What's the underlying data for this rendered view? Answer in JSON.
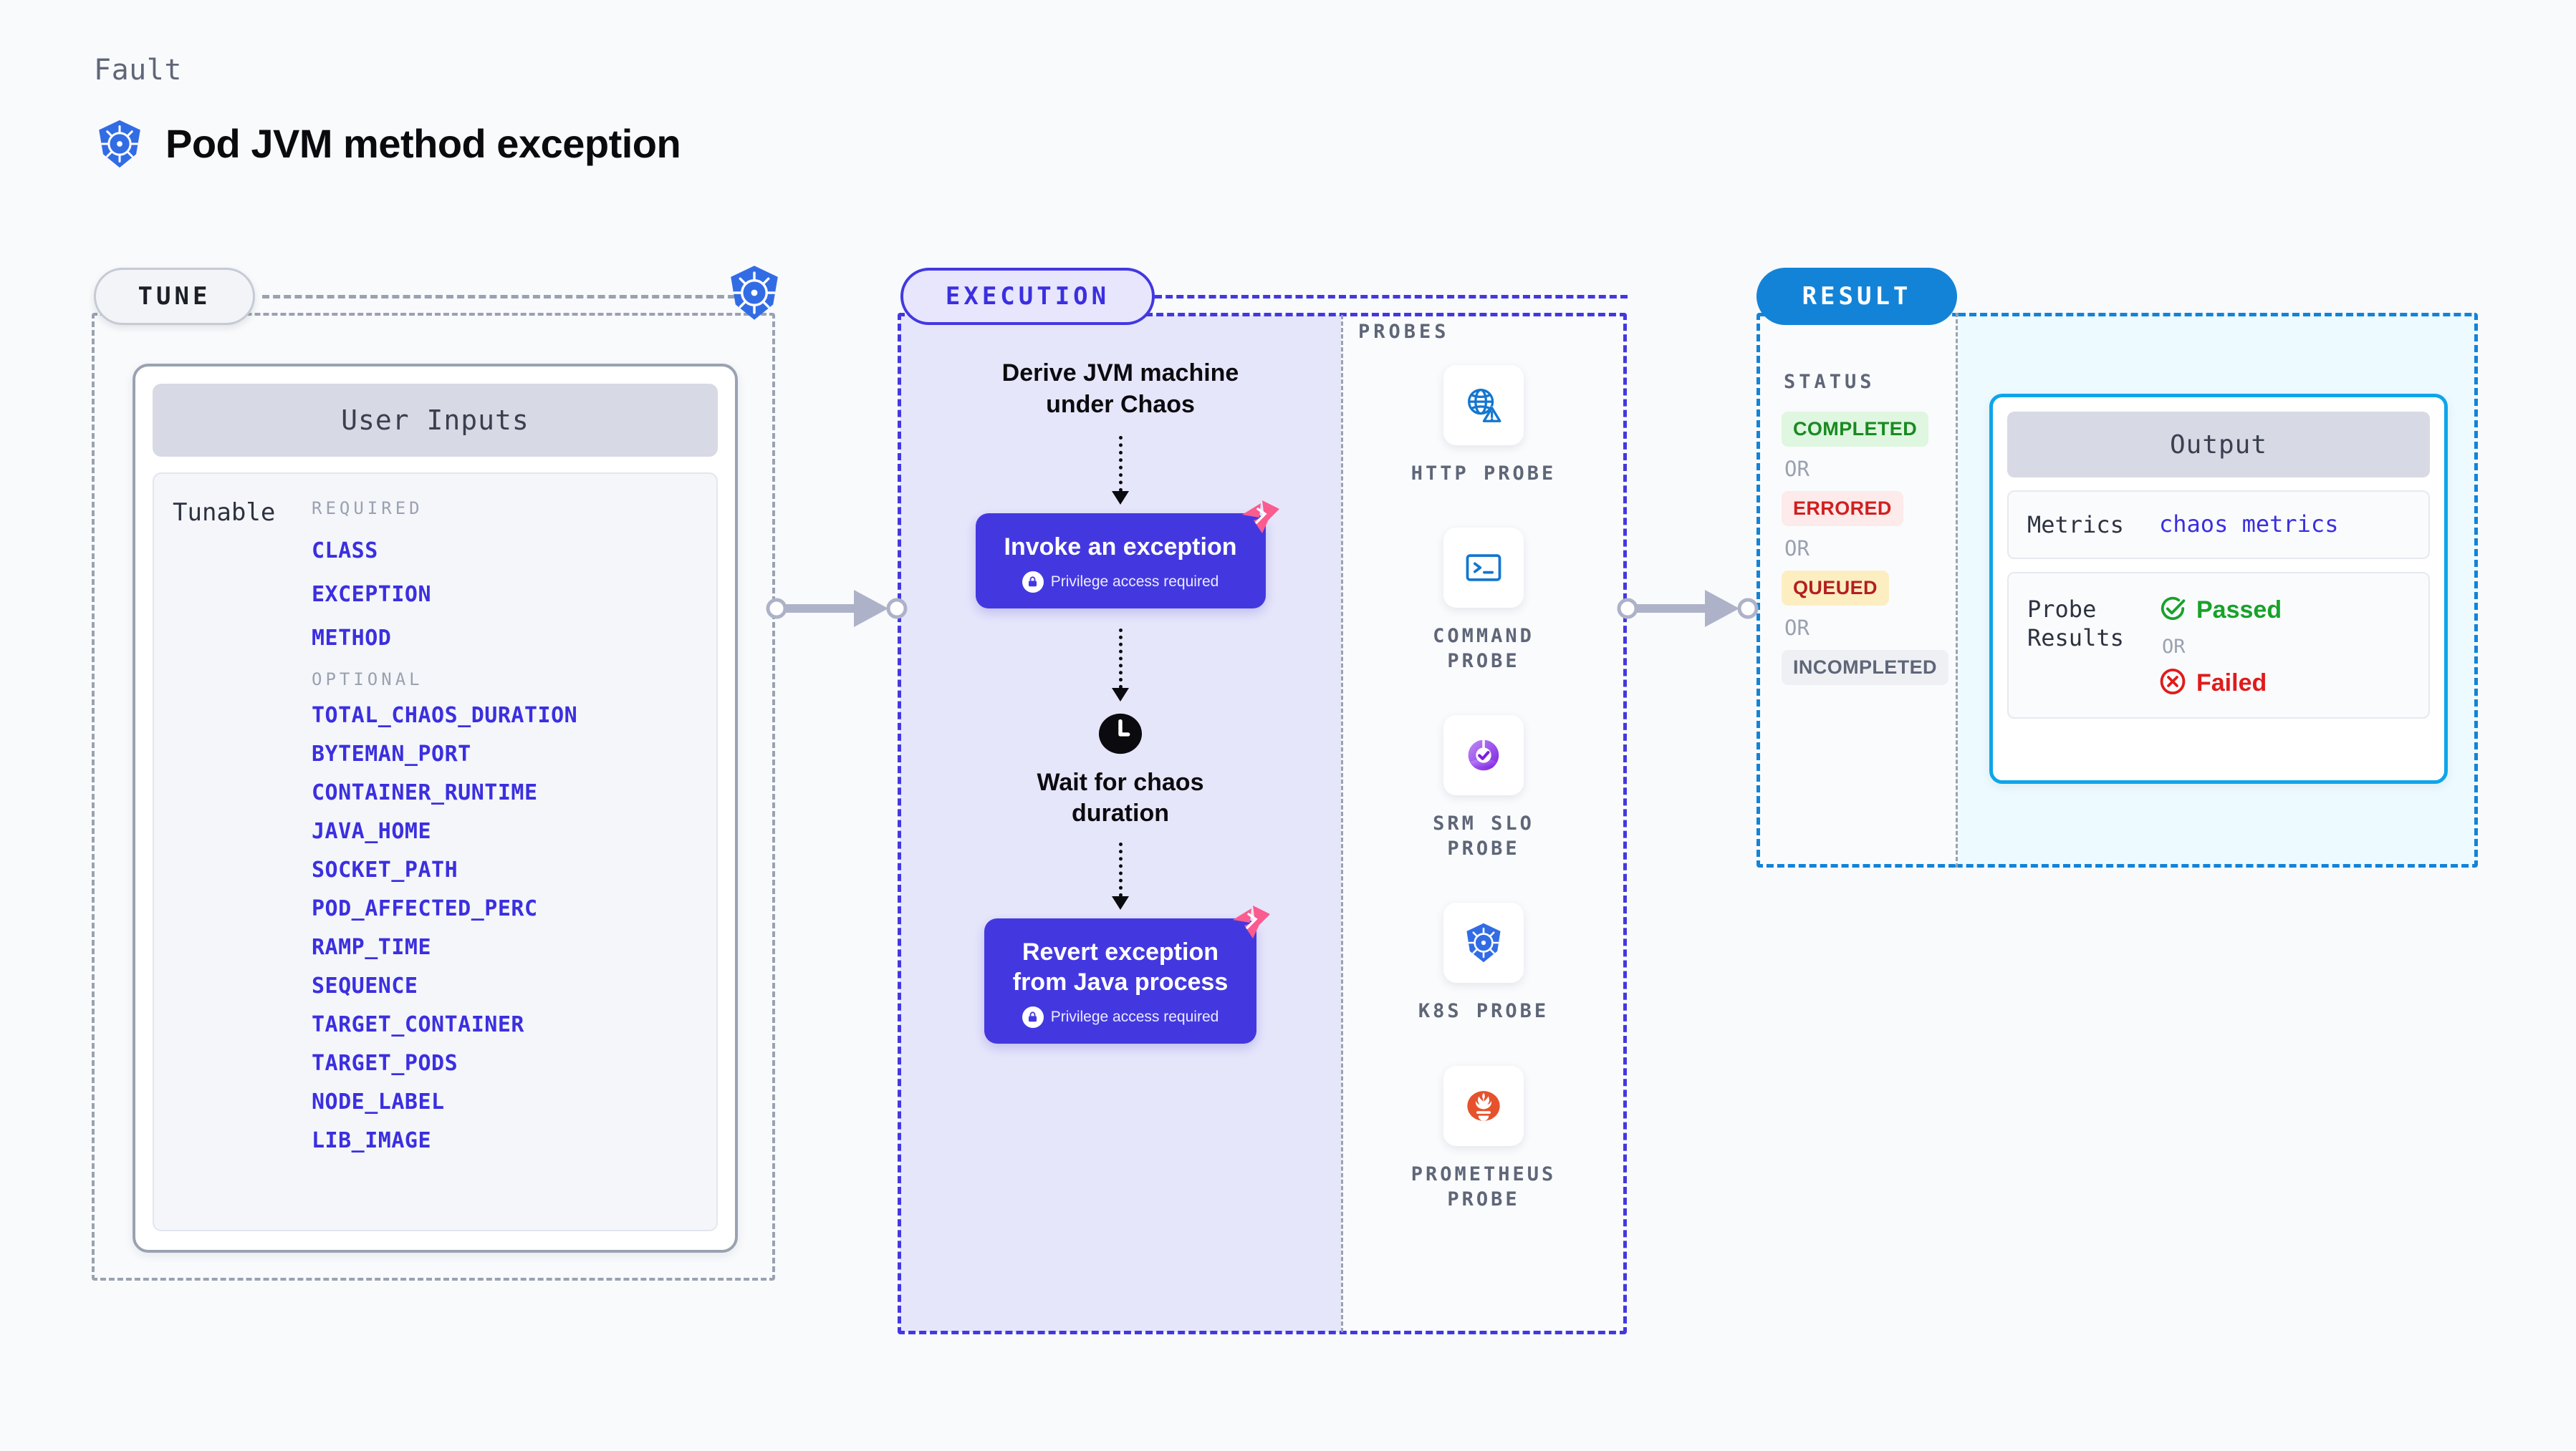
{
  "header": {
    "eyebrow": "Fault",
    "title": "Pod JVM method exception",
    "icon": "kubernetes-icon"
  },
  "tune": {
    "pill_label": "TUNE",
    "node_icon": "kubernetes-icon",
    "card": {
      "header": "User Inputs",
      "row_label": "Tunable",
      "required_title": "REQUIRED",
      "required": [
        "CLASS",
        "EXCEPTION",
        "METHOD"
      ],
      "optional_title": "OPTIONAL",
      "optional": [
        "TOTAL_CHAOS_DURATION",
        "BYTEMAN_PORT",
        "CONTAINER_RUNTIME",
        "JAVA_HOME",
        "SOCKET_PATH",
        "POD_AFFECTED_PERC",
        "RAMP_TIME",
        "SEQUENCE",
        "TARGET_CONTAINER",
        "TARGET_PODS",
        "NODE_LABEL",
        "LIB_IMAGE"
      ]
    }
  },
  "execution": {
    "pill_label": "EXECUTION",
    "flow": [
      {
        "kind": "text",
        "label": "Derive JVM machine\nunder Chaos"
      },
      {
        "kind": "card",
        "label": "Invoke an exception",
        "privilege": "Privilege access required",
        "badge": "chaos-badge-icon",
        "lock": "lock-icon"
      },
      {
        "kind": "clock",
        "icon": "clock-icon",
        "label": "Wait for chaos\nduration"
      },
      {
        "kind": "card",
        "label": "Revert exception\nfrom Java process",
        "privilege": "Privilege access required",
        "badge": "chaos-badge-icon",
        "lock": "lock-icon"
      }
    ]
  },
  "probes": {
    "title": "PROBES",
    "items": [
      {
        "label": "HTTP  PROBE",
        "icon": "globe-warning-icon"
      },
      {
        "label": "COMMAND\nPROBE",
        "icon": "terminal-icon"
      },
      {
        "label": "SRM  SLO\nPROBE",
        "icon": "slo-donut-check-icon"
      },
      {
        "label": "K8S  PROBE",
        "icon": "kubernetes-icon"
      },
      {
        "label": "PROMETHEUS\nPROBE",
        "icon": "prometheus-flame-icon"
      }
    ]
  },
  "result": {
    "pill_label": "RESULT",
    "status_title": "STATUS",
    "or_label": "OR",
    "statuses": [
      {
        "label": "COMPLETED",
        "bg": "#dff6e0",
        "fg": "#198a21"
      },
      {
        "label": "ERRORED",
        "bg": "#fdeaea",
        "fg": "#cf2020"
      },
      {
        "label": "QUEUED",
        "bg": "#fdeec2",
        "fg": "#b41f1f"
      },
      {
        "label": "INCOMPLETED",
        "bg": "#eef0f4",
        "fg": "#5f6678"
      }
    ],
    "output": {
      "header": "Output",
      "metrics_key": "Metrics",
      "metrics_value": "chaos metrics",
      "probe_results_key": "Probe\nResults",
      "passed_label": "Passed",
      "passed_icon": "check-circle-icon",
      "failed_label": "Failed",
      "failed_icon": "x-circle-icon",
      "or_label": "OR"
    }
  },
  "connectors": [
    {
      "name": "tune-to-execution-arrow",
      "icon": "arrow-right-icon"
    },
    {
      "name": "probes-to-result-arrow",
      "icon": "arrow-right-icon"
    }
  ],
  "colors": {
    "accent_indigo": "#4338e0",
    "accent_blue": "#1383d8",
    "accent_cyan": "#0ea5e9",
    "accent_pink": "#fb5b8f",
    "k8s_blue": "#326ce5",
    "prometheus_orange": "#e6522c",
    "gray_dash": "#9aa2b1",
    "page_bg": "#f8fafc"
  }
}
